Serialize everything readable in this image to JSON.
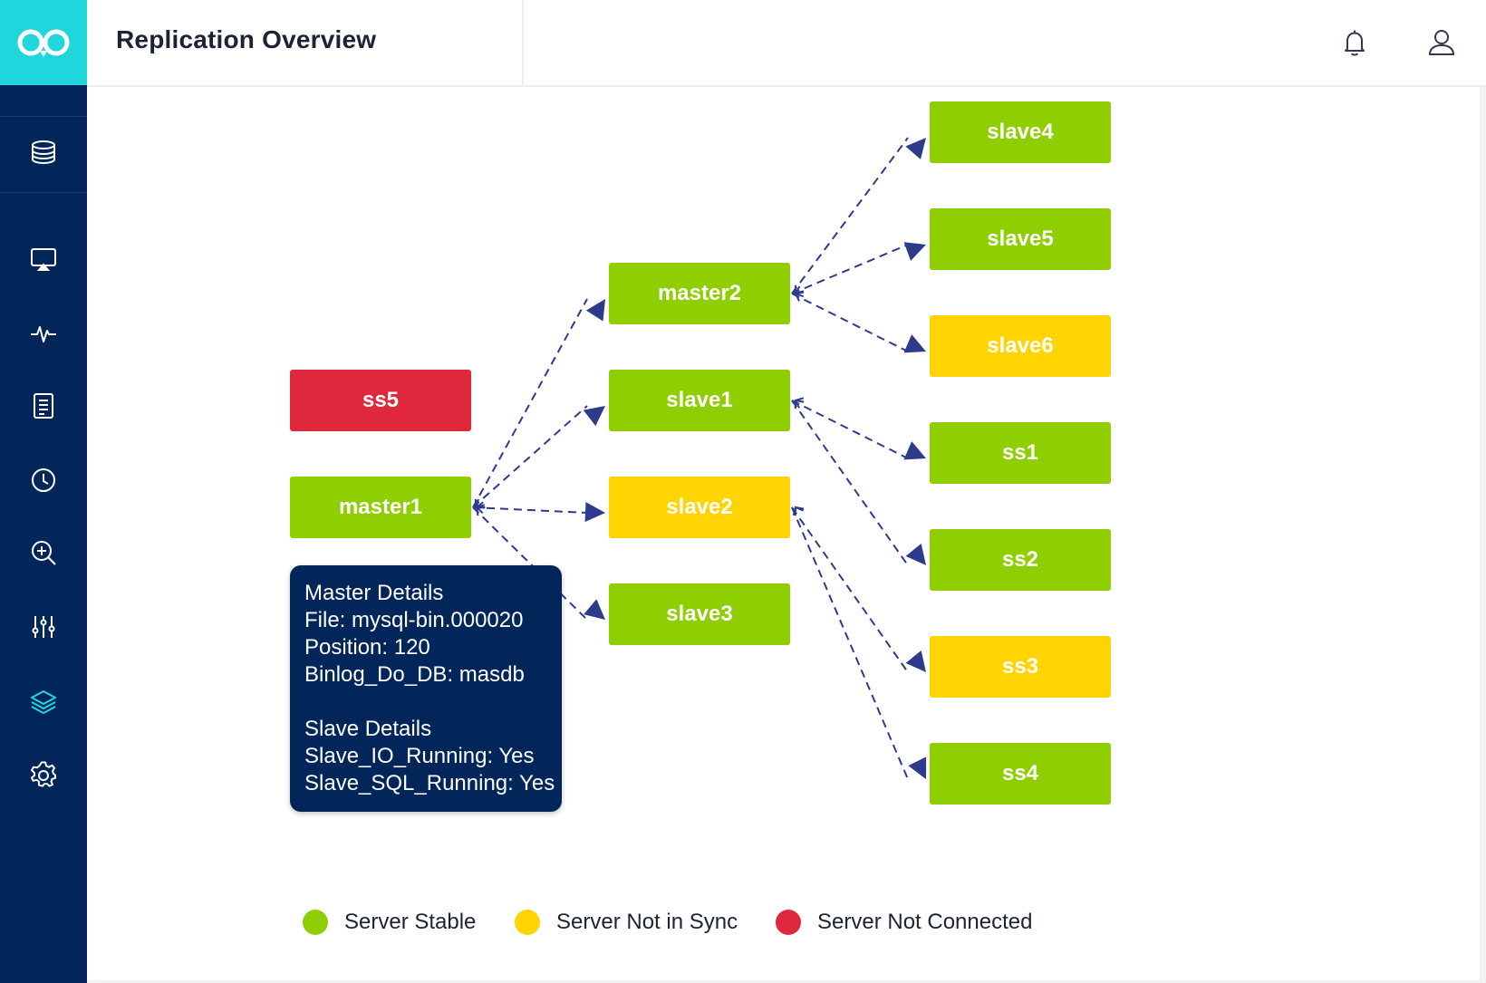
{
  "header": {
    "title": "Replication Overview"
  },
  "sidebar": {
    "items": [
      {
        "icon": "database-icon"
      },
      {
        "icon": "monitor-icon"
      },
      {
        "icon": "activity-icon"
      },
      {
        "icon": "document-icon"
      },
      {
        "icon": "clock-icon"
      },
      {
        "icon": "zoom-in-icon"
      },
      {
        "icon": "sliders-icon"
      },
      {
        "icon": "layers-icon",
        "active": true
      },
      {
        "icon": "gear-icon"
      }
    ]
  },
  "colors": {
    "stable": "#8fce00",
    "not_in_sync": "#ffd400",
    "not_connected": "#e0283c",
    "sidebar": "#022659",
    "accent": "#1fd6dd",
    "edge": "#2e3a8c"
  },
  "nodes": {
    "ss5": {
      "label": "ss5",
      "status": "not_connected"
    },
    "master1": {
      "label": "master1",
      "status": "stable"
    },
    "master2": {
      "label": "master2",
      "status": "stable"
    },
    "slave1": {
      "label": "slave1",
      "status": "stable"
    },
    "slave2": {
      "label": "slave2",
      "status": "not_in_sync"
    },
    "slave3": {
      "label": "slave3",
      "status": "stable"
    },
    "slave4": {
      "label": "slave4",
      "status": "stable"
    },
    "slave5": {
      "label": "slave5",
      "status": "stable"
    },
    "slave6": {
      "label": "slave6",
      "status": "not_in_sync"
    },
    "ss1": {
      "label": "ss1",
      "status": "stable"
    },
    "ss2": {
      "label": "ss2",
      "status": "stable"
    },
    "ss3": {
      "label": "ss3",
      "status": "not_in_sync"
    },
    "ss4": {
      "label": "ss4",
      "status": "stable"
    }
  },
  "edges": [
    [
      "master1",
      "master2"
    ],
    [
      "master1",
      "slave1"
    ],
    [
      "master1",
      "slave2"
    ],
    [
      "master1",
      "slave3"
    ],
    [
      "master2",
      "slave4"
    ],
    [
      "master2",
      "slave5"
    ],
    [
      "master2",
      "slave6"
    ],
    [
      "slave1",
      "ss1"
    ],
    [
      "slave1",
      "ss2"
    ],
    [
      "slave2",
      "ss3"
    ],
    [
      "slave2",
      "ss4"
    ]
  ],
  "tooltip": {
    "lines": [
      "Master Details",
      "File: mysql-bin.000020",
      "Position: 120",
      "Binlog_Do_DB: masdb",
      "",
      "Slave Details",
      "Slave_IO_Running: Yes",
      "Slave_SQL_Running: Yes"
    ]
  },
  "legend": {
    "stable": "Server Stable",
    "not_in_sync": "Server Not in Sync",
    "not_connected": "Server Not Connected"
  }
}
